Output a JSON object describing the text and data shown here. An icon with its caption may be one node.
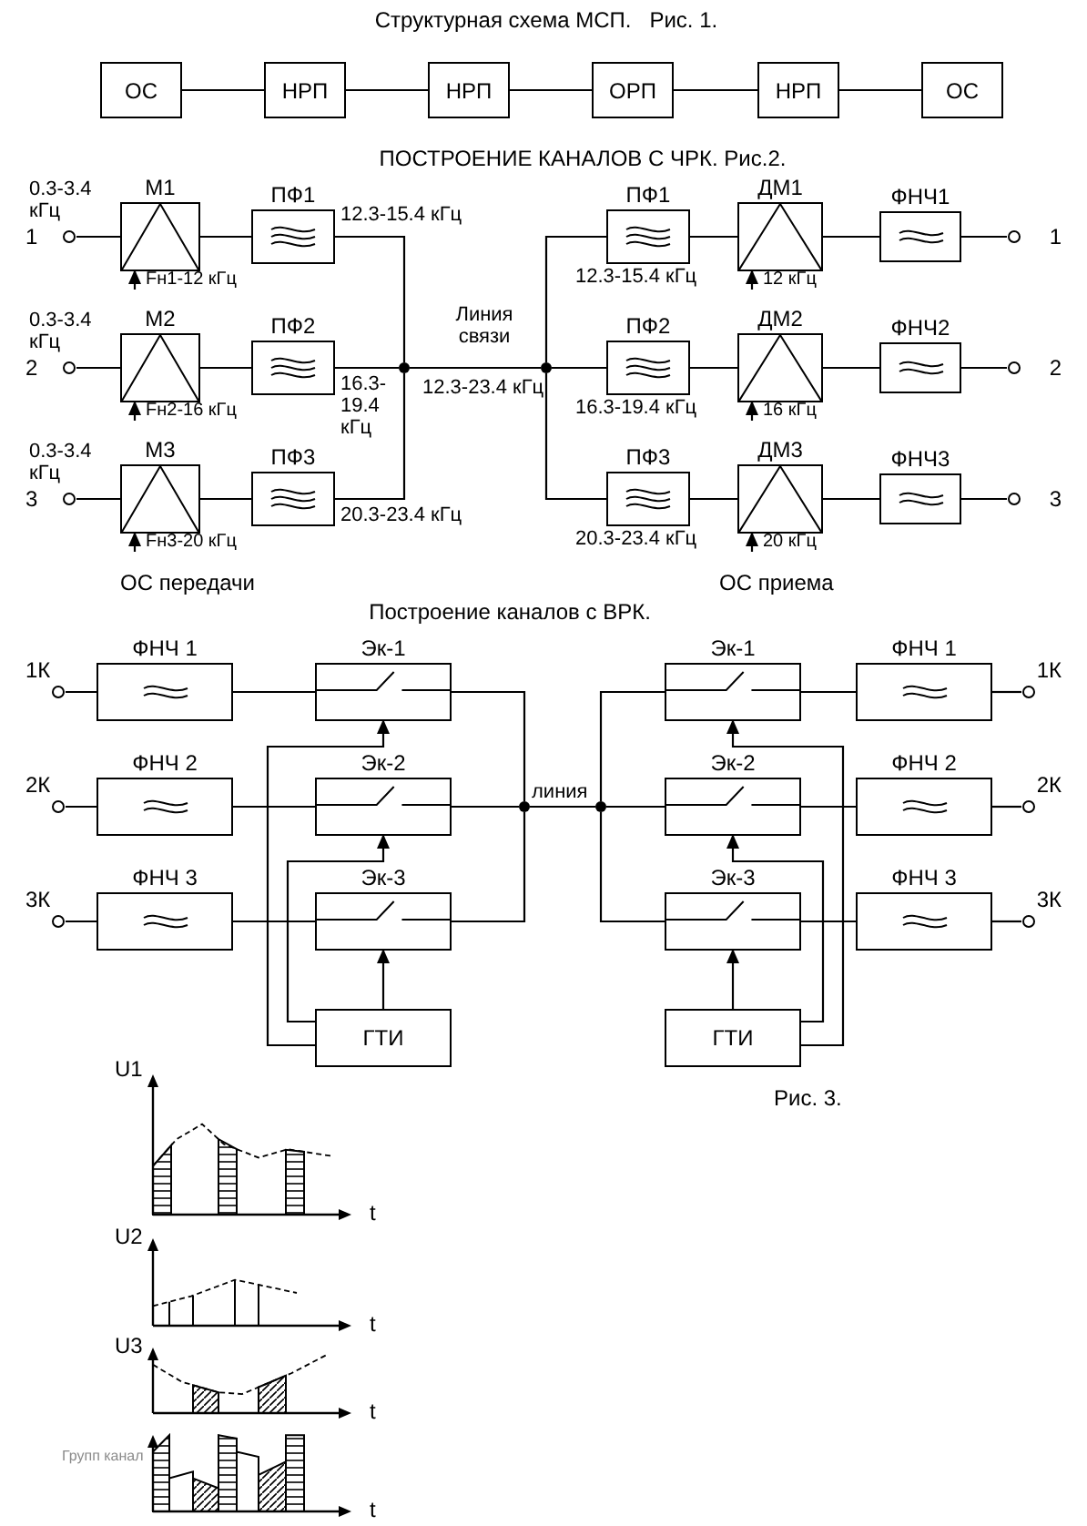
{
  "diagram": {
    "nodes": [
      {
        "text": [
          "ОС"
        ]
      },
      {
        "text": [
          "НРП"
        ]
      },
      {
        "text": [
          "НРП"
        ]
      },
      {
        "text": [
          "ОРП"
        ]
      },
      {
        "text": [
          "НРП"
        ]
      },
      {
        "text": [
          "ОС"
        ]
      },
      {
        "text": [
          "1"
        ],
        "beside": [
          "0.3-3.4 кГц"
        ]
      },
      {
        "text": [
          "М1"
        ]
      },
      {
        "text": [
          "ПФ1"
        ],
        "beside": [
          "12.3-15.4 кГц"
        ]
      },
      {
        "text": [
          "2"
        ],
        "beside": [
          "0.3-3.4 кГц"
        ]
      },
      {
        "text": [
          "М2"
        ]
      },
      {
        "text": [
          "ПФ2"
        ],
        "beside": [
          "16.3-19.4 кГц"
        ]
      },
      {
        "text": [
          "3"
        ],
        "beside": [
          "0.3-3.4 кГц"
        ]
      },
      {
        "text": [
          "М3"
        ]
      },
      {
        "text": [
          "ПФ3"
        ],
        "beside": [
          "20.3-23.4 кГц"
        ]
      },
      {
        "text": [],
        "shape": "circle"
      },
      {
        "text": [],
        "shape": "circle"
      },
      {
        "text": [
          "ПФ1"
        ],
        "beside": [
          "12.3-15.4 кГц"
        ]
      },
      {
        "text": [
          "ДМ1"
        ]
      },
      {
        "text": [
          "ФНЧ1"
        ]
      },
      {
        "text": [
          "1"
        ]
      },
      {
        "text": [
          "ПФ2"
        ],
        "beside": [
          "16.3-19.4 кГц"
        ]
      },
      {
        "text": [
          "ДМ2"
        ]
      },
      {
        "text": [
          "ФНЧ2"
        ]
      },
      {
        "text": [
          "2"
        ]
      },
      {
        "text": [
          "ПФ3"
        ],
        "beside": [
          "20.3-23.4 кГц"
        ]
      },
      {
        "text": [
          "ДМ3"
        ]
      },
      {
        "text": [
          "ФНЧ3"
        ]
      },
      {
        "text": [
          "3"
        ]
      },
      {
        "text": [
          "1К"
        ]
      },
      {
        "text": [
          "ФНЧ 1"
        ]
      },
      {
        "text": [
          "Эк-1"
        ]
      },
      {
        "text": [
          "2К"
        ]
      },
      {
        "text": [
          "ФНЧ 2"
        ]
      },
      {
        "text": [
          "Эк-2"
        ]
      },
      {
        "text": [
          "3К"
        ]
      },
      {
        "text": [
          "ФНЧ 3"
        ]
      },
      {
        "text": [
          "Эк-3"
        ]
      },
      {
        "text": [
          "ГТИ"
        ]
      },
      {
        "text": [],
        "shape": "circle"
      },
      {
        "text": [],
        "shape": "circle"
      },
      {
        "text": [
          "Эк-1"
        ]
      },
      {
        "text": [
          "ФНЧ 1"
        ]
      },
      {
        "text": [
          "1К"
        ]
      },
      {
        "text": [
          "Эк-2"
        ]
      },
      {
        "text": [
          "ФНЧ 2"
        ]
      },
      {
        "text": [
          "2К"
        ]
      },
      {
        "text": [
          "Эк-3"
        ]
      },
      {
        "text": [
          "ФНЧ 3"
        ]
      },
      {
        "text": [
          "3К"
        ]
      },
      {
        "text": [
          "ГТИ"
        ]
      }
    ],
    "edges": [
      {
        "from": 0,
        "to": 1,
        "arrow": "none"
      },
      {
        "from": 1,
        "to": 2,
        "arrow": "none"
      },
      {
        "from": 2,
        "to": 3,
        "arrow": "none"
      },
      {
        "from": 3,
        "to": 4,
        "arrow": "none"
      },
      {
        "from": 4,
        "to": 5,
        "arrow": "none"
      },
      {
        "from": 6,
        "to": 7,
        "arrow": "none"
      },
      {
        "from": 7,
        "to": 8,
        "arrow": "none"
      },
      {
        "from": null,
        "to": 7,
        "arrow": "to",
        "label": "Fн1-12 кГц"
      },
      {
        "from": 9,
        "to": 10,
        "arrow": "none"
      },
      {
        "from": 10,
        "to": 11,
        "arrow": "none"
      },
      {
        "from": null,
        "to": 10,
        "arrow": "to",
        "label": "Fн2-16 кГц"
      },
      {
        "from": 12,
        "to": 13,
        "arrow": "none"
      },
      {
        "from": 13,
        "to": 14,
        "arrow": "none"
      },
      {
        "from": null,
        "to": 13,
        "arrow": "to",
        "label": "Fн3-20 кГц"
      },
      {
        "from": 8,
        "to": 15,
        "arrow": "none"
      },
      {
        "from": 11,
        "to": 15,
        "arrow": "none"
      },
      {
        "from": 14,
        "to": 15,
        "arrow": "none"
      },
      {
        "from": 15,
        "to": 16,
        "arrow": "none",
        "label": "Линия связи"
      },
      {
        "from": 16,
        "to": 17,
        "arrow": "none"
      },
      {
        "from": 16,
        "to": 21,
        "arrow": "none"
      },
      {
        "from": 16,
        "to": 25,
        "arrow": "none"
      },
      {
        "from": 17,
        "to": 18,
        "arrow": "none"
      },
      {
        "from": 18,
        "to": 19,
        "arrow": "none"
      },
      {
        "from": 19,
        "to": 20,
        "arrow": "none"
      },
      {
        "from": null,
        "to": 18,
        "arrow": "to",
        "label": "12 кГц"
      },
      {
        "from": 21,
        "to": 22,
        "arrow": "none"
      },
      {
        "from": 22,
        "to": 23,
        "arrow": "none"
      },
      {
        "from": 23,
        "to": 24,
        "arrow": "none"
      },
      {
        "from": null,
        "to": 22,
        "arrow": "to",
        "label": "16 кГц"
      },
      {
        "from": 25,
        "to": 26,
        "arrow": "none"
      },
      {
        "from": 26,
        "to": 27,
        "arrow": "none"
      },
      {
        "from": 27,
        "to": 28,
        "arrow": "none"
      },
      {
        "from": null,
        "to": 26,
        "arrow": "to",
        "label": "20 кГц"
      },
      {
        "from": 29,
        "to": 30,
        "arrow": "none"
      },
      {
        "from": 30,
        "to": 31,
        "arrow": "none"
      },
      {
        "from": 31,
        "to": 39,
        "arrow": "none"
      },
      {
        "from": 32,
        "to": 33,
        "arrow": "none"
      },
      {
        "from": 33,
        "to": 34,
        "arrow": "none"
      },
      {
        "from": 34,
        "to": 39,
        "arrow": "none"
      },
      {
        "from": 35,
        "to": 36,
        "arrow": "none"
      },
      {
        "from": 36,
        "to": 37,
        "arrow": "none"
      },
      {
        "from": 37,
        "to": 39,
        "arrow": "none"
      },
      {
        "from": 38,
        "to": 37,
        "arrow": "to"
      },
      {
        "from": 38,
        "to": 34,
        "arrow": "to"
      },
      {
        "from": 38,
        "to": 31,
        "arrow": "to"
      },
      {
        "from": 39,
        "to": 40,
        "arrow": "none",
        "label": "линия"
      },
      {
        "from": 40,
        "to": 41,
        "arrow": "none"
      },
      {
        "from": 41,
        "to": 42,
        "arrow": "none"
      },
      {
        "from": 42,
        "to": 43,
        "arrow": "none"
      },
      {
        "from": 40,
        "to": 44,
        "arrow": "none"
      },
      {
        "from": 44,
        "to": 45,
        "arrow": "none"
      },
      {
        "from": 45,
        "to": 46,
        "arrow": "none"
      },
      {
        "from": 40,
        "to": 47,
        "arrow": "none"
      },
      {
        "from": 47,
        "to": 48,
        "arrow": "none"
      },
      {
        "from": 48,
        "to": 49,
        "arrow": "none"
      },
      {
        "from": 50,
        "to": 47,
        "arrow": "to"
      },
      {
        "from": 50,
        "to": 44,
        "arrow": "to"
      },
      {
        "from": 50,
        "to": 41,
        "arrow": "to"
      }
    ],
    "labels": [
      "Структурная схема МСП.   Рис. 1.",
      "ПОСТРОЕНИЕ КАНАЛОВ С ЧРК. Рис.2.",
      "12.3-23.4 кГц",
      "ОС передачи",
      "ОС приема",
      "Построение каналов с ВРК.",
      "Рис. 3.",
      "U1",
      "t",
      "U2",
      "t",
      "U3",
      "t",
      "Групп канал",
      "t"
    ]
  }
}
